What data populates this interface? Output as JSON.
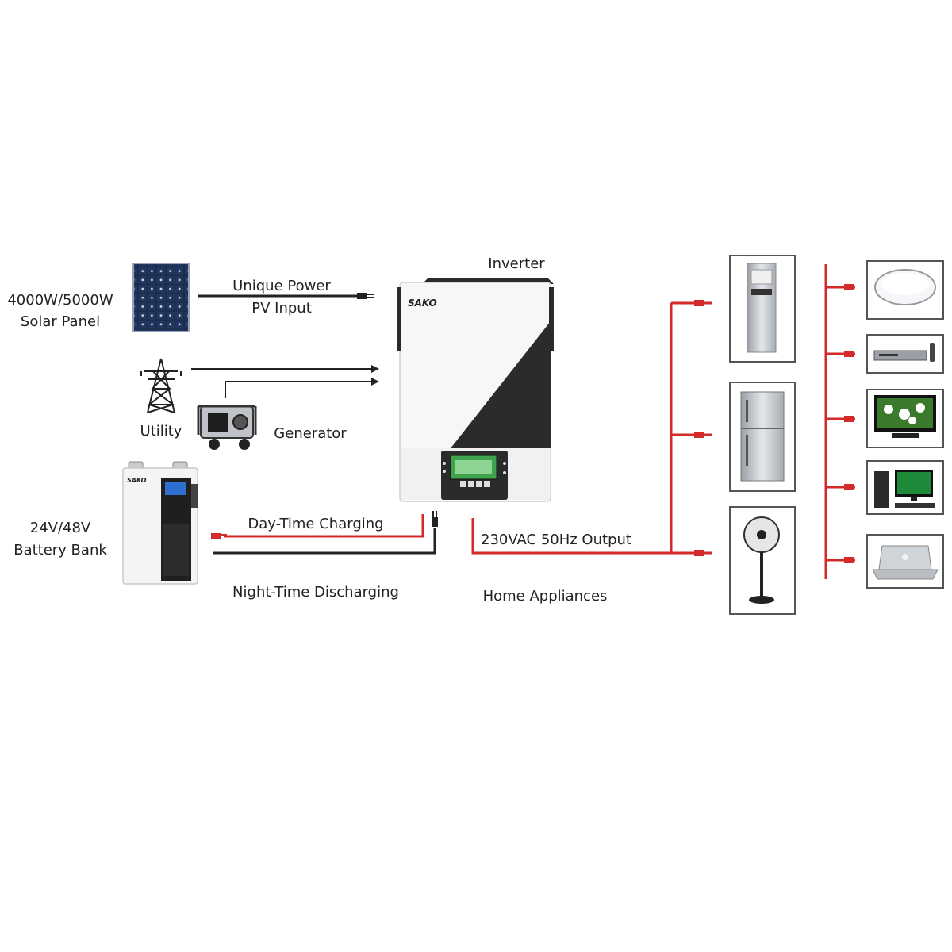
{
  "labels": {
    "solar_power": "4000W/5000W",
    "solar_panel": "Solar Panel",
    "pv_line1": "Unique Power",
    "pv_line2": "PV Input",
    "inverter": "Inverter",
    "utility": "Utility",
    "generator": "Generator",
    "battery_voltage": "24V/48V",
    "battery_bank": "Battery Bank",
    "day_charging": "Day-Time Charging",
    "night_discharging": "Night-Time Discharging",
    "output": "230VAC 50Hz Output",
    "home_appliances": "Home Appliances"
  },
  "brand": {
    "inverter_logo": "SAKO",
    "battery_logo": "SAKO"
  },
  "colors": {
    "ac_line": "#d42a2a",
    "dc_line": "#222222",
    "inverter_panel": "#2b2b2b",
    "lcd": "#3fa34d"
  },
  "appliances_left": [
    "air-conditioner",
    "refrigerator",
    "standing-fan"
  ],
  "appliances_right": [
    "ceiling-light",
    "dvd-player",
    "television",
    "desktop-computer",
    "laptop"
  ]
}
